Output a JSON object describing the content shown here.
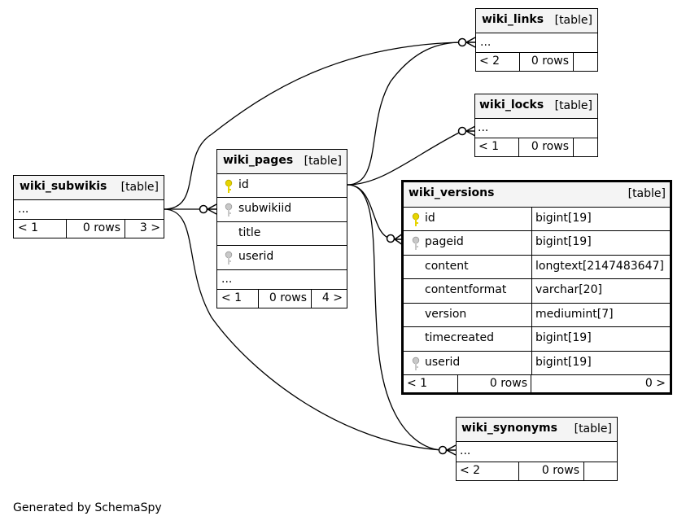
{
  "footer": {
    "generated_by": "Generated by SchemaSpy"
  },
  "colors": {
    "primary_key": "#e6d400",
    "foreign_key": "#b8b8b8",
    "header_bg": "#f4f4f4"
  },
  "tables": {
    "wiki_links": {
      "name": "wiki_links",
      "type": "[table]",
      "ellipsis": "...",
      "parents": "< 2",
      "rows": "0 rows",
      "children": ""
    },
    "wiki_locks": {
      "name": "wiki_locks",
      "type": "[table]",
      "ellipsis": "...",
      "parents": "< 1",
      "rows": "0 rows",
      "children": ""
    },
    "wiki_subwikis": {
      "name": "wiki_subwikis",
      "type": "[table]",
      "ellipsis": "...",
      "parents": "< 1",
      "rows": "0 rows",
      "children": "3 >"
    },
    "wiki_pages": {
      "name": "wiki_pages",
      "type": "[table]",
      "columns": [
        {
          "name": "id",
          "key": "primary-key-icon"
        },
        {
          "name": "subwikiid",
          "key": "foreign-key-icon"
        },
        {
          "name": "title",
          "key": ""
        },
        {
          "name": "userid",
          "key": "foreign-key-icon"
        }
      ],
      "ellipsis": "...",
      "parents": "< 1",
      "rows": "0 rows",
      "children": "4 >"
    },
    "wiki_versions": {
      "name": "wiki_versions",
      "type": "[table]",
      "columns": [
        {
          "name": "id",
          "datatype": "bigint[19]",
          "key": "primary-key-icon"
        },
        {
          "name": "pageid",
          "datatype": "bigint[19]",
          "key": "foreign-key-icon"
        },
        {
          "name": "content",
          "datatype": "longtext[2147483647]",
          "key": ""
        },
        {
          "name": "contentformat",
          "datatype": "varchar[20]",
          "key": ""
        },
        {
          "name": "version",
          "datatype": "mediumint[7]",
          "key": ""
        },
        {
          "name": "timecreated",
          "datatype": "bigint[19]",
          "key": ""
        },
        {
          "name": "userid",
          "datatype": "bigint[19]",
          "key": "foreign-key-icon"
        }
      ],
      "parents": "< 1",
      "rows": "0 rows",
      "children": "0 >"
    },
    "wiki_synonyms": {
      "name": "wiki_synonyms",
      "type": "[table]",
      "ellipsis": "...",
      "parents": "< 2",
      "rows": "0 rows",
      "children": ""
    }
  }
}
